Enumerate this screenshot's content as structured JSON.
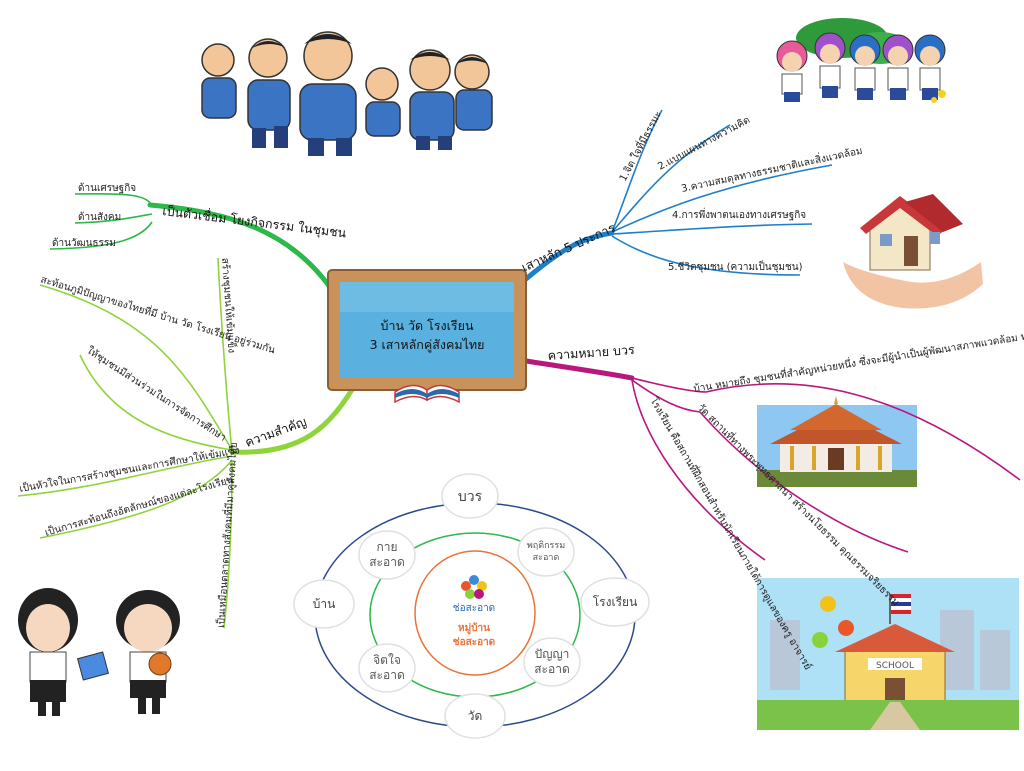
{
  "center": {
    "line1": "บ้าน วัด โรงเรียน",
    "line2": "3 เสาหลักคู่สังคมไทย"
  },
  "branches": {
    "connect": {
      "label": "เป็นตัวเชื่อม โยงกิจกรรม ในชุมชน",
      "items": [
        "ด้านเศรษฐกิจ",
        "ด้านสังคม",
        "ด้านวัฒนธรรม"
      ]
    },
    "importance": {
      "label": "ความสำคัญ",
      "items": [
        "สร้างชุมชนให้เข้มแข็ง",
        "สะท้อนภูมิปัญญาของไทยที่มี บ้าน วัด โรงเรียน อยู่ร่วมกัน",
        "ให้ชุมชนมีส่วนร่วมในการจัดการศึกษา",
        "เป็นหัวใจในการสร้างชุมชนและการศึกษาให้เข้มแข็ง",
        "เป็นการสะท้อนถึงอัตลักษณ์ของแต่ละโรงเรียน",
        "เป็นเหมือนตลาดทางสังคมที่มีมาคู่สังคมไทย"
      ]
    },
    "pillars": {
      "label": "เสาหลัก 5 ประการ",
      "items": [
        "1.จิต ใจที่มีธรรมะ",
        "2.แบบแผนทางความคิด",
        "3.ความสมดุลทางธรรมชาติและสิ่งแวดล้อม",
        "4.การพึ่งพาตนเองทางเศรษฐกิจ",
        "5.ชีวิตชุมชน (ความเป็นชุมชน)"
      ]
    },
    "meaning": {
      "label": "ความหมาย บวร",
      "items": [
        "บ้าน  หมายถึง ชุมชนที่สำคัญหน่วยหนึ่ง  ซึ่งจะมีผู้นำเป็นผู้พัฒนาสภาพแวดล้อม ทางกายภาพ",
        "วัด  สถานที่ทางพระพุทธศาสนา สร้างนโยธรรม  คุณธรรมจริยธรรม",
        "โรงเรียน คือสถานที่ฝึกสอนสำหรับนักเรียนภายใต้การดูแลของครู อาจารย์"
      ]
    }
  },
  "cycle": {
    "outer_top": "บวร",
    "outer_left": "บ้าน",
    "outer_right": "โรงเรียน",
    "outer_bottom": "วัด",
    "inner": [
      "กาย\nสะอาด",
      "พฤติกรรม\nสะอาด",
      "ปัญญา\nสะอาด",
      "จิตใจ\nสะอาด"
    ],
    "logo_text": "ช่อสะอาด",
    "center_line1": "หมู่บ้าน",
    "center_line2": "ช่อสะอาด"
  },
  "school_sign": "SCHOOL",
  "colors": {
    "green": "#2db84a",
    "lime": "#8fd43a",
    "blue": "#1e7fc8",
    "magenta": "#b8187e",
    "board_frame": "#c9925a",
    "board_face": "#5ab0de"
  },
  "icons": [
    "kids-running-illustration",
    "kids-group-illustration",
    "house-in-hands-illustration",
    "temple-photo",
    "school-illustration",
    "students-illustration",
    "open-book-icon",
    "flower-logo-icon"
  ]
}
